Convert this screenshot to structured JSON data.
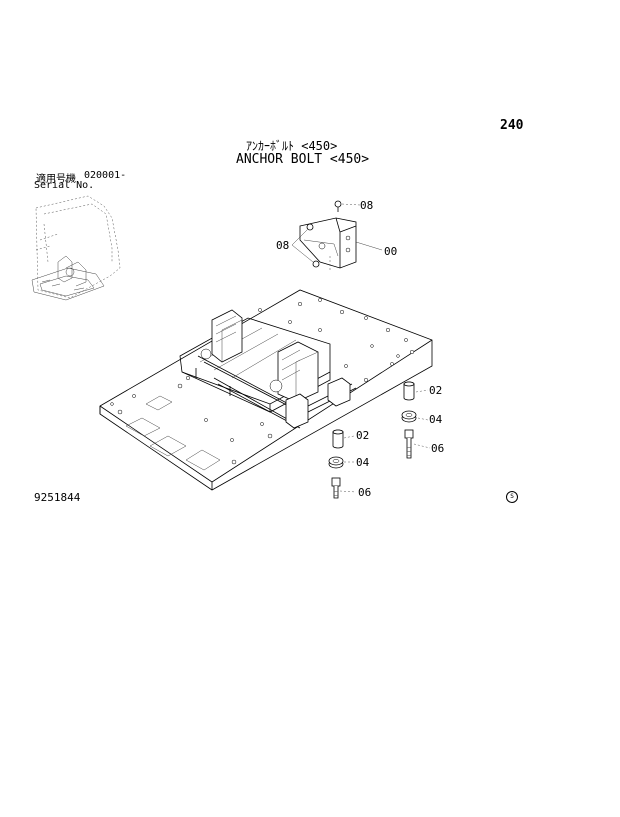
{
  "page_number": "240",
  "title_jp": "ｱﾝｶｰﾎﾞﾙﾄ <450>",
  "title_en": "ANCHOR BOLT <450>",
  "serial": {
    "label_jp": "適用号機",
    "value": "020001-",
    "label_en": "Serial No."
  },
  "document_number": "9251844",
  "callouts": {
    "c08_top": "08",
    "c08_left": "08",
    "c00": "00",
    "c02_right": "02",
    "c04_right": "04",
    "c06_right": "06",
    "c02_mid": "02",
    "c04_mid": "04",
    "c06_mid": "06"
  },
  "corner_mark": "Ⓢ"
}
